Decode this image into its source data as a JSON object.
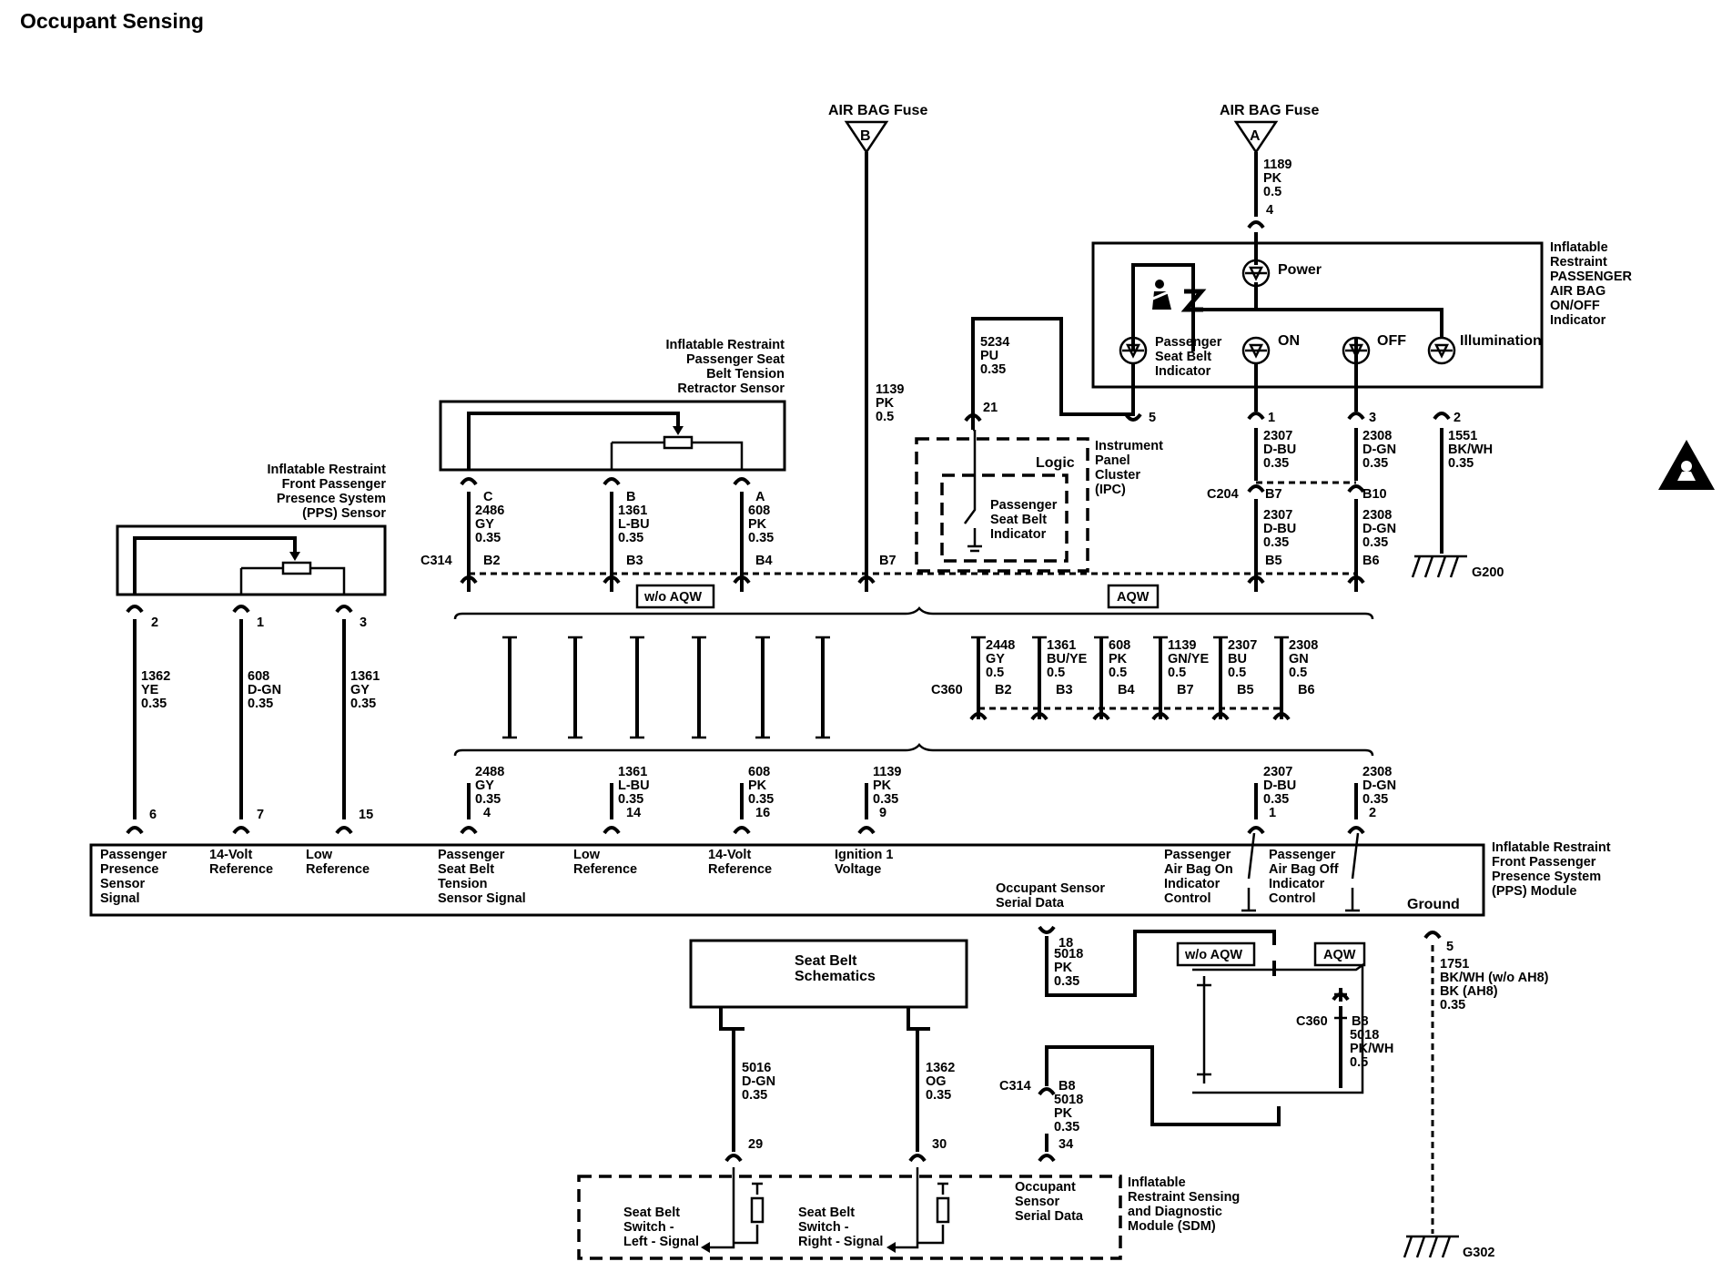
{
  "title": "Occupant Sensing",
  "fuses": {
    "fuse_b": {
      "label": "AIR BAG Fuse",
      "letter": "B"
    },
    "fuse_a": {
      "label": "AIR BAG Fuse",
      "letter": "A"
    }
  },
  "components": {
    "pps_sensor": [
      "Inflatable Restraint",
      "Front Passenger",
      "Presence System",
      "(PPS) Sensor"
    ],
    "belt_sensor": [
      "Inflatable Restraint",
      "Passenger Seat",
      "Belt Tension",
      "Retractor Sensor"
    ],
    "ipc": [
      "Instrument",
      "Panel",
      "Cluster",
      "(IPC)"
    ],
    "ipc_logic": "Logic",
    "ipc_indicator": [
      "Passenger",
      "Seat Belt",
      "Indicator"
    ],
    "onoff_indicator": [
      "Inflatable",
      "Restraint",
      "PASSENGER",
      "AIR BAG",
      "ON/OFF",
      "Indicator"
    ],
    "lamp_power": "Power",
    "lamp_seatbelt": [
      "Passenger",
      "Seat Belt",
      "Indicator"
    ],
    "lamp_on": "ON",
    "lamp_off": "OFF",
    "lamp_illum": "Illumination",
    "pps_module": [
      "Inflatable Restraint",
      "Front Passenger",
      "Presence System",
      "(PPS) Module"
    ],
    "seatbelt_schem": [
      "Seat Belt",
      "Schematics"
    ],
    "sdm": [
      "Inflatable",
      "Restraint Sensing",
      "and Diagnostic",
      "Module (SDM)"
    ]
  },
  "module_pins": {
    "pps_signal": [
      "Passenger",
      "Presence",
      "Sensor",
      "Signal"
    ],
    "ref14_a": [
      "14-Volt",
      "Reference"
    ],
    "low_a": [
      "Low",
      "Reference"
    ],
    "belt_signal": [
      "Passenger",
      "Seat Belt",
      "Tension",
      "Sensor Signal"
    ],
    "low_b": [
      "Low",
      "Reference"
    ],
    "ref14_b": [
      "14-Volt",
      "Reference"
    ],
    "ign": [
      "Ignition 1",
      "Voltage"
    ],
    "serial": [
      "Occupant Sensor",
      "Serial Data"
    ],
    "bag_on": [
      "Passenger",
      "Air Bag On",
      "Indicator",
      "Control"
    ],
    "bag_off": [
      "Passenger",
      "Air Bag Off",
      "Indicator",
      "Control"
    ],
    "ground": "Ground"
  },
  "sdm_pins": {
    "sb_left": [
      "Seat Belt",
      "Switch -",
      "Left - Signal"
    ],
    "sb_right": [
      "Seat Belt",
      "Switch -",
      "Right - Signal"
    ],
    "occ_serial": [
      "Occupant",
      "Sensor",
      "Serial Data"
    ]
  },
  "wires": {
    "w1362ye": [
      "1362",
      "YE",
      "0.35"
    ],
    "w608dgn": [
      "608",
      "D-GN",
      "0.35"
    ],
    "w1361gy": [
      "1361",
      "GY",
      "0.35"
    ],
    "c2486": [
      "2486",
      "GY",
      "0.35"
    ],
    "c1361": [
      "1361",
      "L-BU",
      "0.35"
    ],
    "c608": [
      "608",
      "PK",
      "0.35"
    ],
    "f1139": [
      "1139",
      "PK",
      "0.5"
    ],
    "f1189": [
      "1189",
      "PK",
      "0.5"
    ],
    "w5234": [
      "5234",
      "PU",
      "0.35"
    ],
    "i2307": [
      "2307",
      "D-BU",
      "0.35"
    ],
    "i2308": [
      "2308",
      "D-GN",
      "0.35"
    ],
    "i1551": [
      "1551",
      "BK/WH",
      "0.35"
    ],
    "c204_2307": [
      "2307",
      "D-BU",
      "0.35"
    ],
    "c204_2308": [
      "2308",
      "D-GN",
      "0.35"
    ],
    "m2488": [
      "2488",
      "GY",
      "0.35"
    ],
    "m1361": [
      "1361",
      "L-BU",
      "0.35"
    ],
    "m608": [
      "608",
      "PK",
      "0.35"
    ],
    "m1139": [
      "1139",
      "PK",
      "0.35"
    ],
    "m2307": [
      "2307",
      "D-BU",
      "0.35"
    ],
    "m2308": [
      "2308",
      "D-GN",
      "0.35"
    ],
    "c360_2448": [
      "2448",
      "GY",
      "0.5"
    ],
    "c360_1361": [
      "1361",
      "BU/YE",
      "0.5"
    ],
    "c360_608": [
      "608",
      "PK",
      "0.5"
    ],
    "c360_1139": [
      "1139",
      "GN/YE",
      "0.5"
    ],
    "c360_2307": [
      "2307",
      "BU",
      "0.5"
    ],
    "c360_2308": [
      "2308",
      "GN",
      "0.5"
    ],
    "s5018a": [
      "5018",
      "PK",
      "0.35"
    ],
    "s5018b": [
      "5018",
      "PK/WH",
      "0.5"
    ],
    "s5018c": [
      "5018",
      "PK",
      "0.35"
    ],
    "g1751": [
      "1751",
      "BK/WH (w/o AH8)",
      "BK (AH8)",
      "0.35"
    ],
    "sb5016": [
      "5016",
      "D-GN",
      "0.35"
    ],
    "sb1362": [
      "1362",
      "OG",
      "0.35"
    ]
  },
  "pins": {
    "pps2": "2",
    "pps1": "1",
    "pps3": "3",
    "m6": "6",
    "m7": "7",
    "m15": "15",
    "bC": "C",
    "bB": "B",
    "bA": "A",
    "b_B2": "B2",
    "b_B3": "B3",
    "b_B4": "B4",
    "b_B7": "B7",
    "m4": "4",
    "m14": "14",
    "m16": "16",
    "m9": "9",
    "ipc21": "21",
    "ind5": "5",
    "ind1": "1",
    "ind3": "3",
    "ind2": "2",
    "ind4": "4",
    "c204_B7": "B7",
    "c204_B10": "B10",
    "c204_B5": "B5",
    "c204_B6": "B6",
    "mod1": "1",
    "mod2": "2",
    "c360_B2": "B2",
    "c360_B3": "B3",
    "c360_B4": "B4",
    "c360_B7": "B7",
    "c360_B5": "B5",
    "c360_B6": "B6",
    "mod18": "18",
    "mod5": "5",
    "c360b_B8": "B8",
    "c314b_B8": "B8",
    "sdm29": "29",
    "sdm30": "30",
    "sdm34": "34"
  },
  "connectors": {
    "c314": "C314",
    "c204": "C204",
    "c360": "C360",
    "c360b": "C360",
    "c314b": "C314"
  },
  "options": {
    "wo_aqw": "w/o AQW",
    "aqw": "AQW",
    "wo_aqw2": "w/o AQW",
    "aqw2": "AQW"
  },
  "grounds": {
    "g200": "G200",
    "g302": "G302"
  },
  "icons": {
    "seatbelt": "seatbelt-icon",
    "airbag_warning": "airbag-warning-icon"
  }
}
